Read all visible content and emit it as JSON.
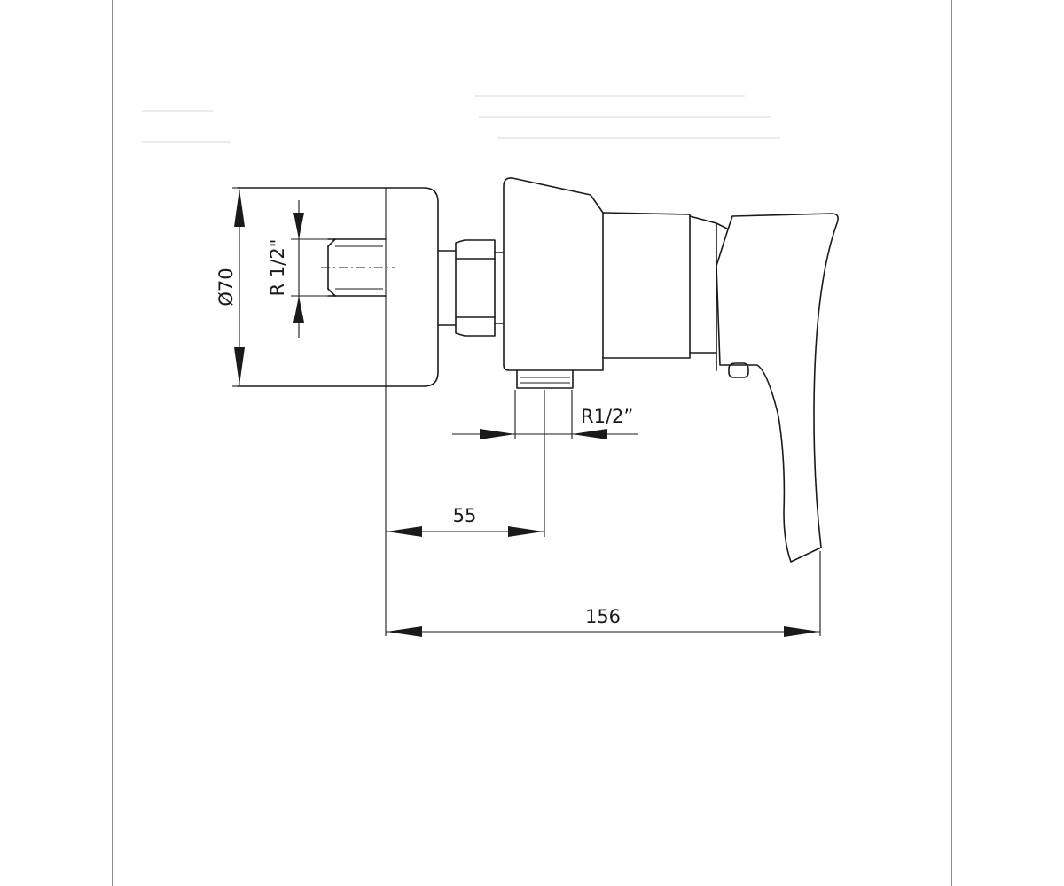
{
  "drawing": {
    "dimensions": {
      "diameter": "Ø70",
      "thread_inlet": "R 1/2\"",
      "thread_outlet": "R1/2”",
      "outlet_offset": "55",
      "overall_depth": "156"
    },
    "colors": {
      "line": "#1a1a1a",
      "background": "#ffffff"
    }
  }
}
